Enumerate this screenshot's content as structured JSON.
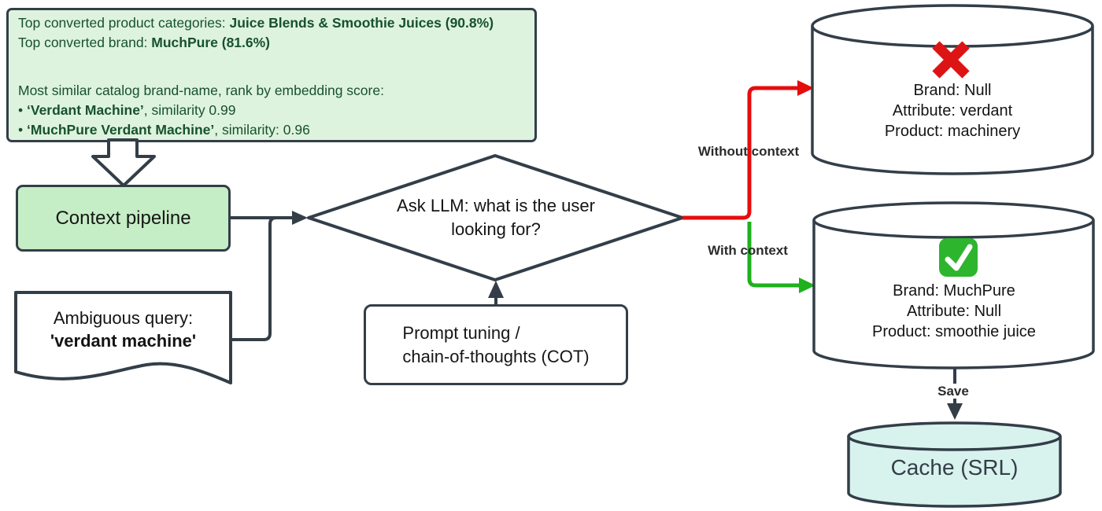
{
  "info_box": {
    "line1": {
      "prefix": "Top converted product categories: ",
      "bold": "Juice Blends & Smoothie Juices (90.8%)"
    },
    "line2": {
      "prefix": "Top converted brand: ",
      "bold": "MuchPure (81.6%)"
    },
    "line3": "Most similar catalog brand-name, rank by embedding score:",
    "bullet1": {
      "prefix": "• ",
      "bold": "‘Verdant Machine’",
      "suffix": ", similarity 0.99"
    },
    "bullet2": {
      "prefix": "• ",
      "bold": "‘MuchPure Verdant Machine’",
      "suffix": ", similarity: 0.96"
    }
  },
  "nodes": {
    "context_pipeline": {
      "label": "Context pipeline"
    },
    "ambiguous_query": {
      "line1": "Ambiguous query:",
      "line2_bold": "'verdant machine'"
    },
    "llm_decision": {
      "line1": "Ask LLM: what is the user",
      "line2": "looking for?"
    },
    "prompt_tuning": {
      "line1": "Prompt tuning /",
      "line2": "chain-of-thoughts (COT)"
    },
    "result_without_context": {
      "icon": "cross-icon",
      "lines": [
        "Brand: Null",
        "Attribute: verdant",
        "Product: machinery"
      ]
    },
    "result_with_context": {
      "icon": "check-icon",
      "lines": [
        "Brand: MuchPure",
        "Attribute: Null",
        "Product: smoothie juice"
      ]
    },
    "cache": {
      "label": "Cache (SRL)"
    }
  },
  "edge_labels": {
    "without_context": "Without context",
    "with_context": "With context",
    "save": "Save"
  },
  "colors": {
    "info_fill": "#def3de",
    "info_text": "#17512d",
    "node_green_fill": "#c6eec6",
    "cache_fill": "#d8f2ee",
    "stroke_dark": "#333e48",
    "edge_red": "#e60d0d",
    "edge_green": "#1db21d",
    "check_green": "#2db52d",
    "cross_red": "#dd1414"
  }
}
